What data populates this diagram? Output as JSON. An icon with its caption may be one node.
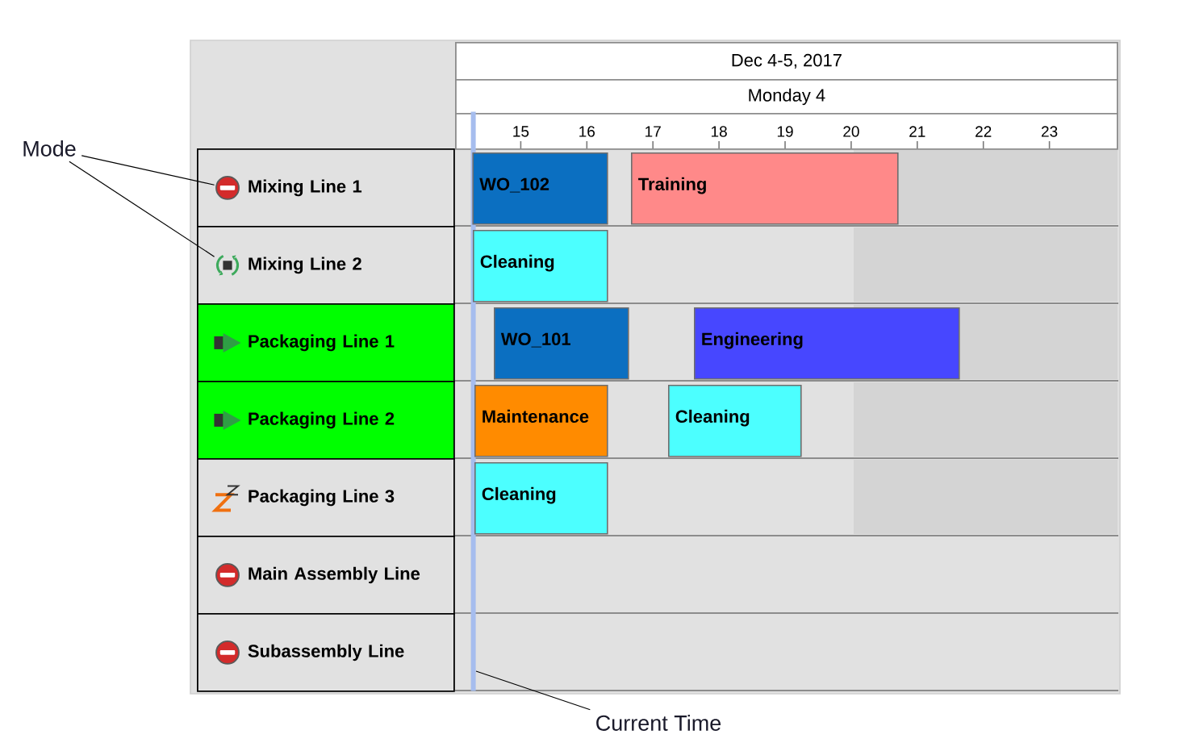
{
  "diagram": {
    "nodes": [
      {
        "text": [
          "Dec 4-5, 2017"
        ]
      },
      {
        "text": [
          "Monday 4"
        ]
      },
      {
        "text": [
          "15",
          "16",
          "17",
          "18",
          "19",
          "20",
          "21",
          "22",
          "23"
        ]
      },
      {
        "text": [
          "Mode"
        ]
      },
      {
        "text": [
          "Mixing Line 1"
        ]
      },
      {
        "text": [],
        "shape": "picture",
        "in": 4
      },
      {
        "text": [
          "WO_102"
        ]
      },
      {
        "text": [
          "Training"
        ]
      },
      {
        "text": [
          "Mixing Line 2"
        ]
      },
      {
        "text": [],
        "shape": "picture",
        "in": 8
      },
      {
        "text": [
          "Cleaning"
        ]
      },
      {
        "text": [
          "Packaging Line 1"
        ]
      },
      {
        "text": [
          "WO_101"
        ]
      },
      {
        "text": [
          "Engineering"
        ]
      },
      {
        "text": [
          "Packaging Line 2"
        ]
      },
      {
        "text": [
          "Maintenance"
        ]
      },
      {
        "text": [
          "Cleaning"
        ]
      },
      {
        "text": [
          "Packaging Line 3"
        ]
      },
      {
        "text": [
          "Cleaning"
        ]
      },
      {
        "text": [
          "Main Assembly Line"
        ]
      },
      {
        "text": [
          "Subassembly Line"
        ]
      },
      {
        "text": [],
        "shape": "bar"
      },
      {
        "text": [
          "Current Time"
        ]
      }
    ],
    "edges": [
      {
        "from": 3,
        "to": 5,
        "arrow": "none"
      },
      {
        "from": 3,
        "to": 9,
        "arrow": "none"
      },
      {
        "from": 22,
        "to": 21,
        "arrow": "none"
      }
    ]
  }
}
